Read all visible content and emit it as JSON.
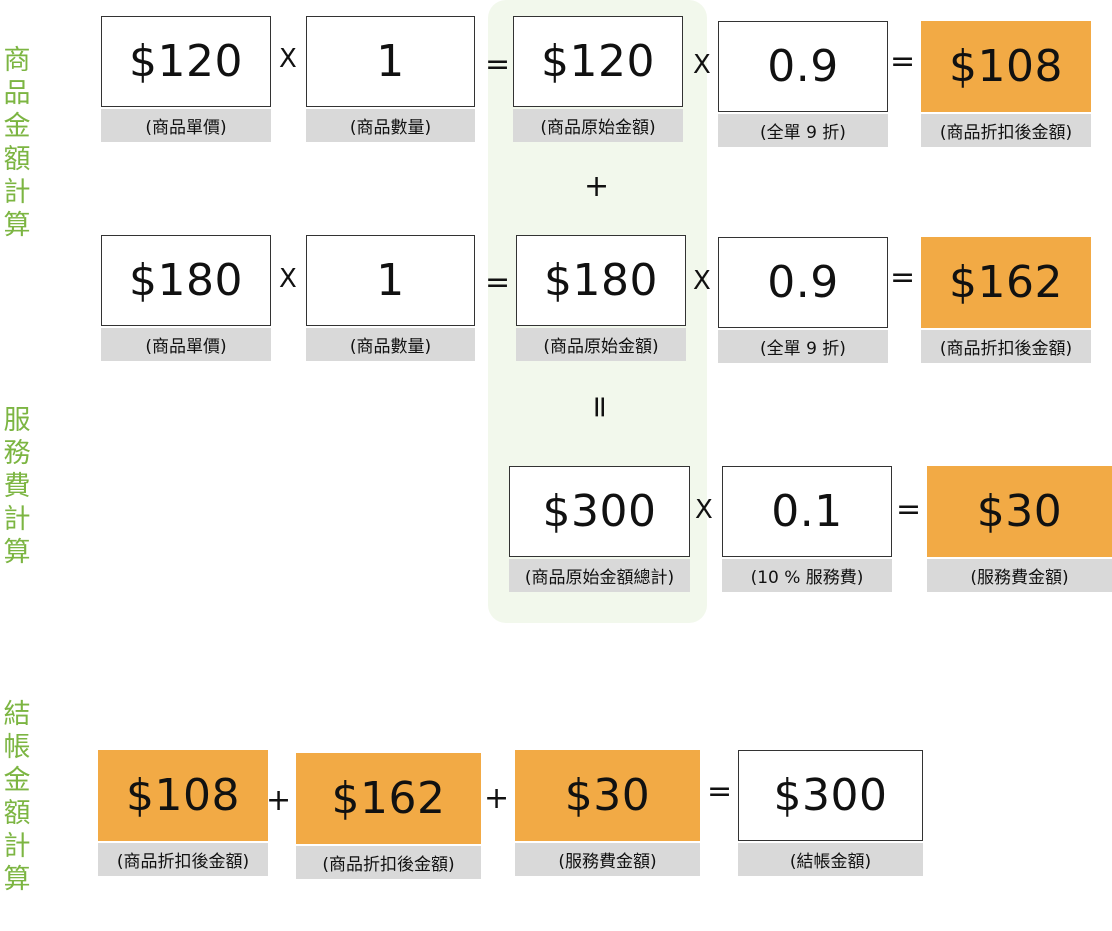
{
  "sections": {
    "item_calc": "商品金額計算",
    "service_calc": "服務費計算",
    "checkout_calc": "結帳金額計算"
  },
  "row1": {
    "unit_price": "$120",
    "unit_price_label": "(商品單價)",
    "qty": "1",
    "qty_label": "(商品數量)",
    "original": "$120",
    "original_label": "(商品原始金額)",
    "discount": "0.9",
    "discount_label": "(全單 9 折)",
    "discounted": "$108",
    "discounted_label": "(商品折扣後金額)"
  },
  "row2": {
    "unit_price": "$180",
    "unit_price_label": "(商品單價)",
    "qty": "1",
    "qty_label": "(商品數量)",
    "original": "$180",
    "original_label": "(商品原始金額)",
    "discount": "0.9",
    "discount_label": "(全單 9 折)",
    "discounted": "$162",
    "discounted_label": "(商品折扣後金額)"
  },
  "service": {
    "total_original": "$300",
    "total_original_label": "(商品原始金額總計)",
    "rate": "0.1",
    "rate_label": "(10 % 服務費)",
    "fee": "$30",
    "fee_label": "(服務費金額)"
  },
  "checkout": {
    "item1": "$108",
    "item1_label": "(商品折扣後金額)",
    "item2": "$162",
    "item2_label": "(商品折扣後金額)",
    "fee": "$30",
    "fee_label": "(服務費金額)",
    "total": "$300",
    "total_label": "(結帳金額)"
  },
  "operators": {
    "times": "X",
    "equals": "=",
    "plus": "+",
    "eq_rotated": "="
  },
  "colors": {
    "result_fill": "#f2aa45",
    "caption_fill": "#d9d9d9",
    "section_title": "#7cb542",
    "highlight_column": "#f2f8ec"
  }
}
